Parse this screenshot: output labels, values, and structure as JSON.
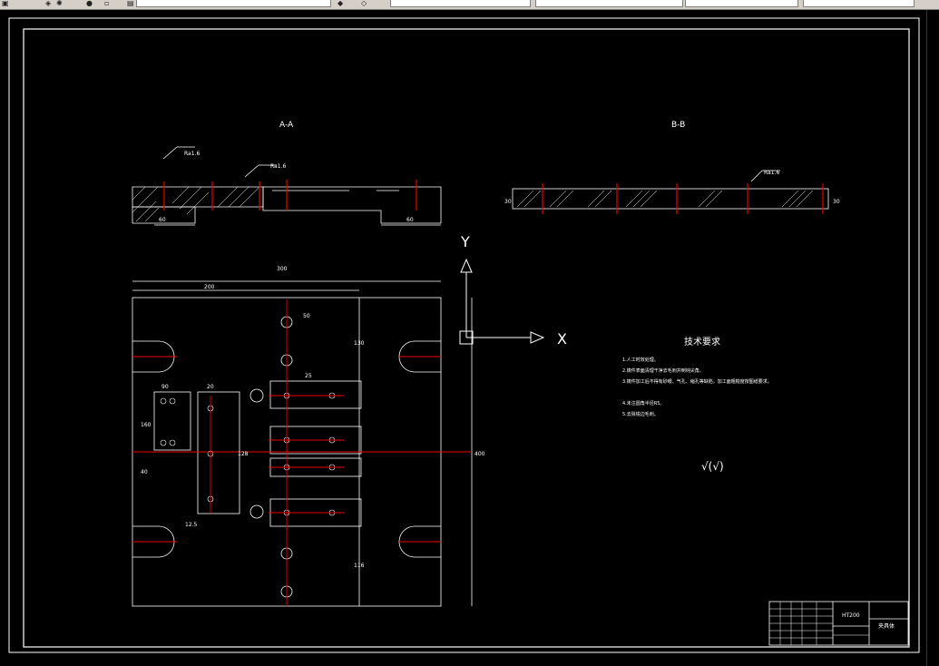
{
  "toolbar": {
    "icons": [
      "layer-icon",
      "lightbulb-icon",
      "sun-icon",
      "lock-icon",
      "layer-state-icon",
      "match-layer-icon"
    ],
    "layer_value": "",
    "fields": [
      "",
      "",
      "",
      ""
    ]
  },
  "drawing": {
    "section_aa_label": "A-A",
    "section_bb_label": "B-B",
    "roughness_1": "Ra1.6",
    "roughness_2": "Ra1.6",
    "roughness_3": "Ra1.6",
    "dim_60": "60",
    "dim_60b": "60",
    "dim_30": "30",
    "dim_30b": "30",
    "dim_300": "300",
    "dim_200": "200",
    "dim_90": "90",
    "dim_20": "20",
    "dim_12_5": "12.5",
    "dim_128": "128",
    "dim_25": "25",
    "dim_50": "50",
    "dim_160": "160",
    "dim_130": "130",
    "dim_40": "40",
    "dim_116": "116",
    "dim_400": "400",
    "axis_y": "Y",
    "axis_x": "X",
    "tech_title": "技术要求",
    "tech_lines": [
      "1.人工时效处理。",
      "2.铸件表面清理干净去毛刺并倒钝尖角。",
      "3.铸件加工后不得有砂眼、气孔、缩孔等缺陷，加工面粗糙度按图纸要求。",
      "4.未注圆角半径R5。",
      "5.去除锐边毛刺。"
    ],
    "check_mark": "√(√)",
    "title_block_material": "HT200",
    "title_block_name": "夹具体"
  }
}
